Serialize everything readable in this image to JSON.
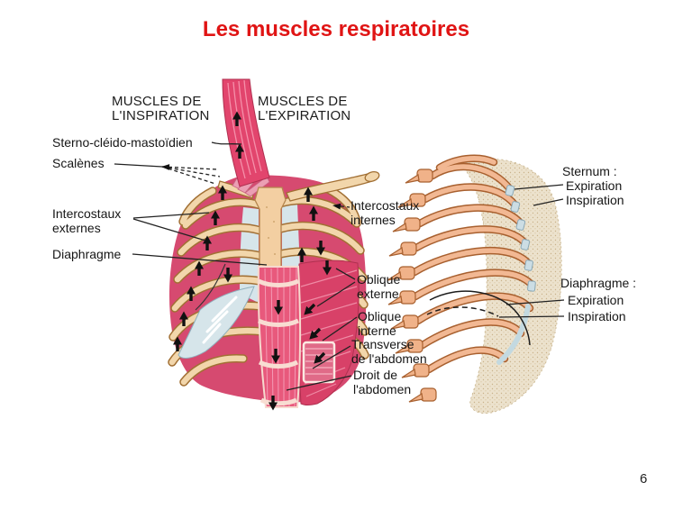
{
  "slide": {
    "title": "Les muscles respiratoires",
    "page_number": "6"
  },
  "diagram": {
    "headers": {
      "inspiration": "MUSCLES DE\nL'INSPIRATION",
      "expiration": "MUSCLES DE\nL'EXPIRATION"
    },
    "left_labels": {
      "scm": "Sterno-cléido-mastoïdien",
      "scalenes": "Scalènes",
      "intercostaux_externes": "Intercostaux\nexternes",
      "diaphragme": "Diaphragme"
    },
    "center_labels": {
      "intercostaux_internes": "Intercostaux\ninternes",
      "oblique_externe": "Oblique\nexterne",
      "oblique_interne": "Oblique\ninterne",
      "transverse_abdomen": "Transverse\nde l'abdomen",
      "droit_abdomen": "Droit de\nl'abdomen"
    },
    "right_labels": {
      "sternum_title": "Sternum :",
      "sternum_expiration": "Expiration",
      "sternum_inspiration": "Inspiration",
      "diaphragme_title": "Diaphragme :",
      "diaphragme_expiration": "Expiration",
      "diaphragme_inspiration": "Inspiration"
    },
    "colors": {
      "title_red": "#e01414",
      "muscle_dark_pink": "#d64a70",
      "muscle_light_pink": "#f2a8bc",
      "bone_cream": "#f2d6ab",
      "bone_outline": "#a27034",
      "cartilage_blue": "#d6e5ea",
      "rib_peach": "#f2b893",
      "rib_outline": "#a8602f",
      "ghost_beige": "#ece2cd",
      "line_black": "#222222"
    }
  }
}
